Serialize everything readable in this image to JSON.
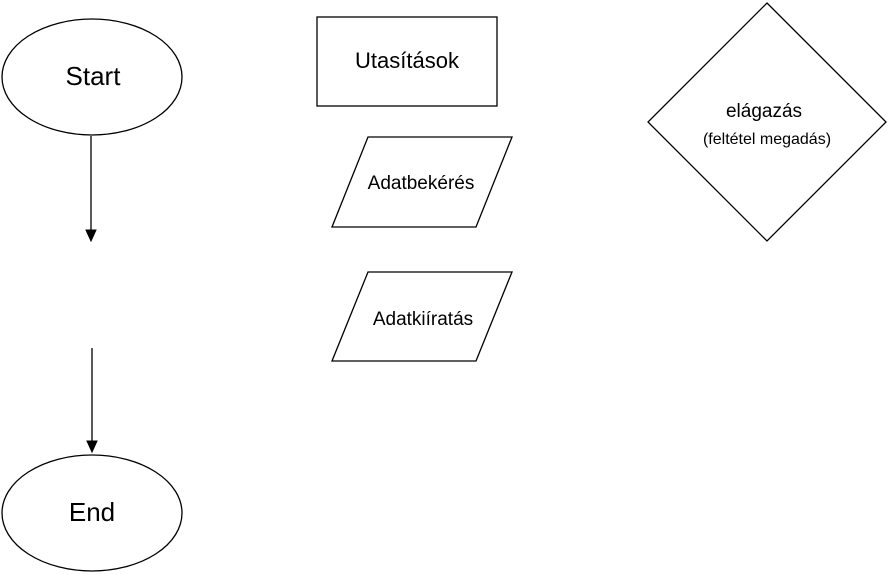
{
  "nodes": {
    "start": {
      "label": "Start"
    },
    "end": {
      "label": "End"
    },
    "instructions": {
      "label": "Utasítások"
    },
    "input": {
      "label": "Adatbekérés"
    },
    "output": {
      "label": "Adatkiíratás"
    },
    "decision": {
      "label": "elágazás",
      "sublabel": "(feltétel megadás)"
    }
  },
  "colors": {
    "stroke": "#000000",
    "fill": "#ffffff",
    "background": "#ffffff"
  }
}
